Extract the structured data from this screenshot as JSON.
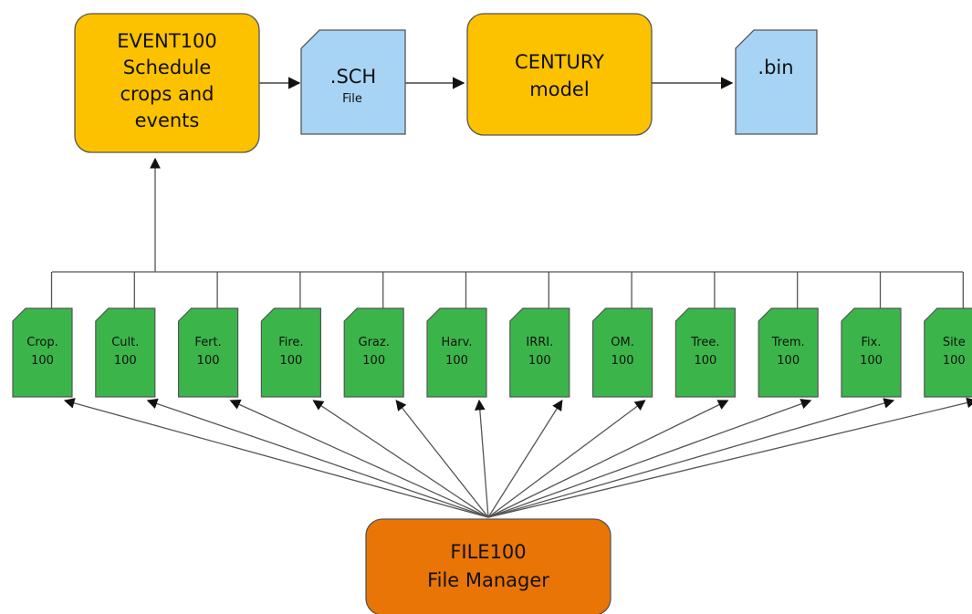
{
  "colors": {
    "process": "#fcc200",
    "manager": "#e97507",
    "file_doc": "#a7d3f5",
    "param_file": "#3bb54a",
    "outline": "#555555"
  },
  "event100": {
    "lines": [
      "EVENT100",
      "Schedule",
      "crops and",
      "events"
    ]
  },
  "sch_file": {
    "main": ".SCH",
    "sub": "File"
  },
  "century": {
    "lines": [
      "CENTURY",
      "model"
    ]
  },
  "bin_file": {
    "main": ".bin"
  },
  "file100": {
    "lines": [
      "FILE100",
      "File Manager"
    ]
  },
  "param_files": [
    {
      "name": "Crop.",
      "num": "100"
    },
    {
      "name": "Cult.",
      "num": "100"
    },
    {
      "name": "Fert.",
      "num": "100"
    },
    {
      "name": "Fire.",
      "num": "100"
    },
    {
      "name": "Graz.",
      "num": "100"
    },
    {
      "name": "Harv.",
      "num": "100"
    },
    {
      "name": "IRRI.",
      "num": "100"
    },
    {
      "name": "OM.",
      "num": "100"
    },
    {
      "name": "Tree.",
      "num": "100"
    },
    {
      "name": "Trem.",
      "num": "100"
    },
    {
      "name": "Fix.",
      "num": "100"
    },
    {
      "name": "Site",
      "num": "100"
    }
  ]
}
